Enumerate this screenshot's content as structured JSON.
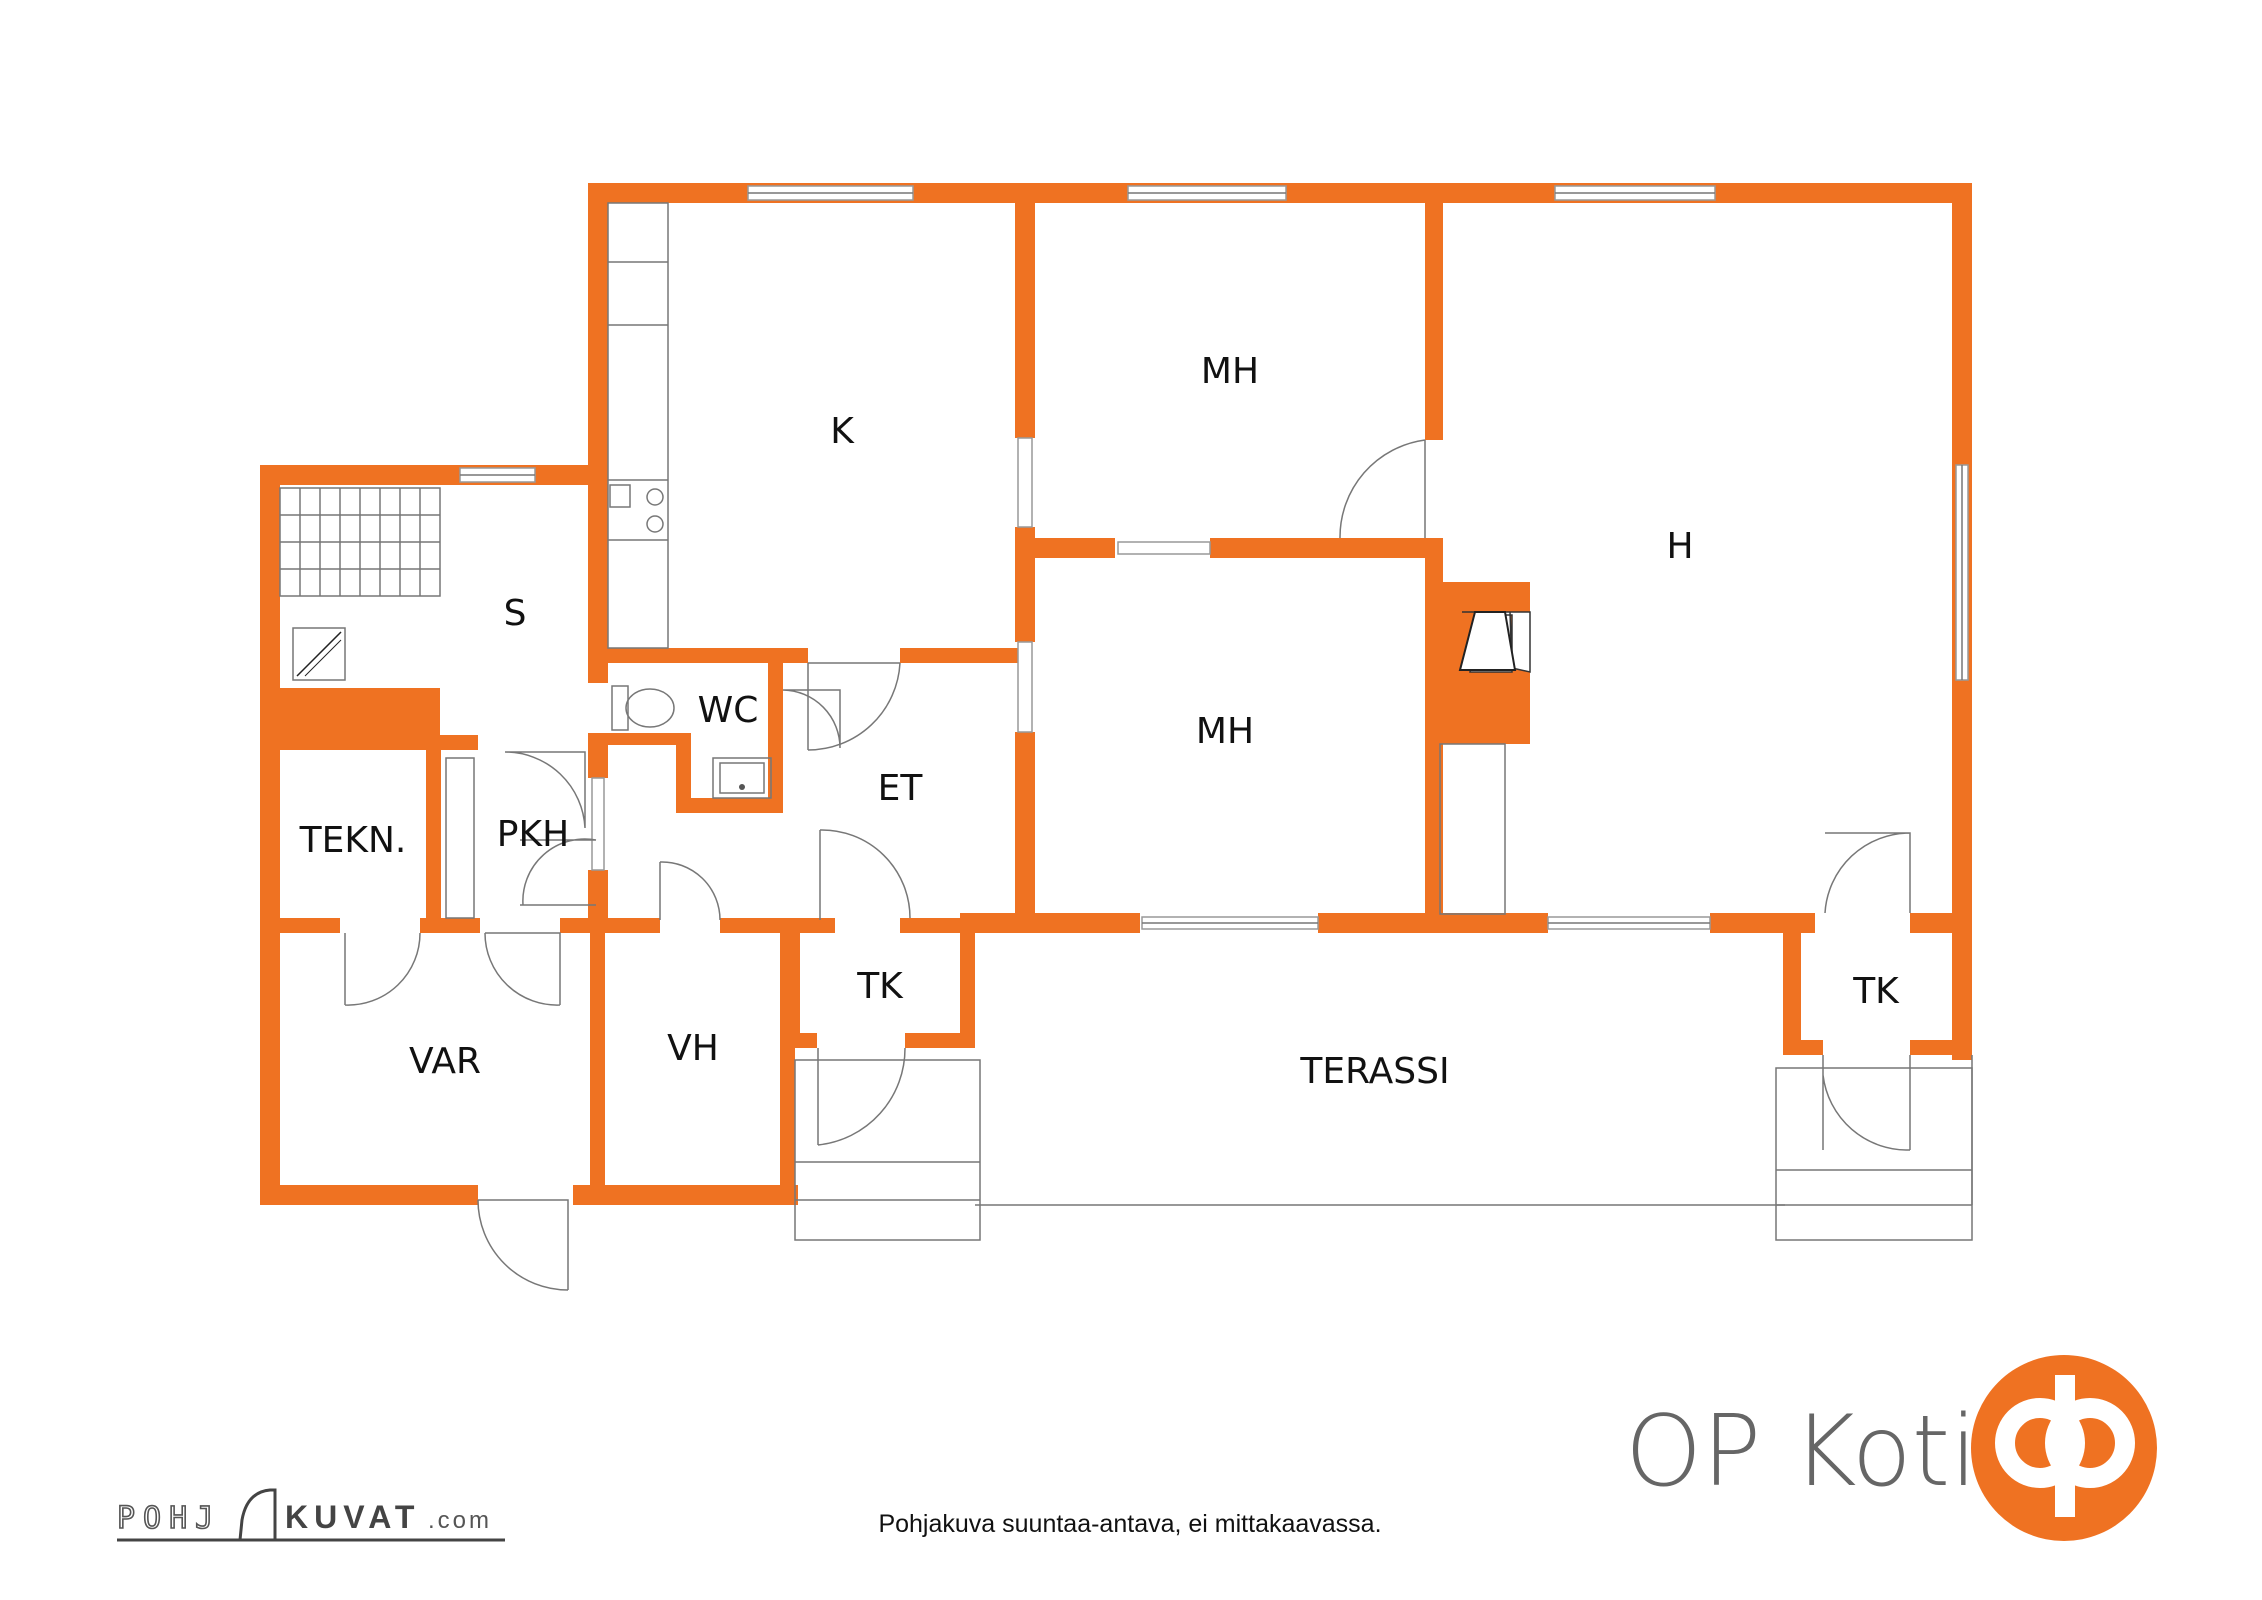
{
  "rooms": {
    "k": "K",
    "mh_top": "MH",
    "mh_mid": "MH",
    "h": "H",
    "s": "S",
    "wc": "WC",
    "et": "ET",
    "tekn": "TEKN.",
    "pkh": "PKH",
    "var": "VAR",
    "vh": "VH",
    "tk_left": "TK",
    "tk_right": "TK",
    "terassi": "TERASSI"
  },
  "disclaimer": "Pohjakuva suuntaa-antava, ei mittakaavassa.",
  "brand": {
    "name": "OP Koti",
    "logo_color": "#ef7222"
  },
  "watermark": {
    "part1": "POHJ",
    "part2": "KUVAT",
    "part3": ".com"
  },
  "colors": {
    "wall": "#ef7222",
    "brand_text": "#666666"
  }
}
